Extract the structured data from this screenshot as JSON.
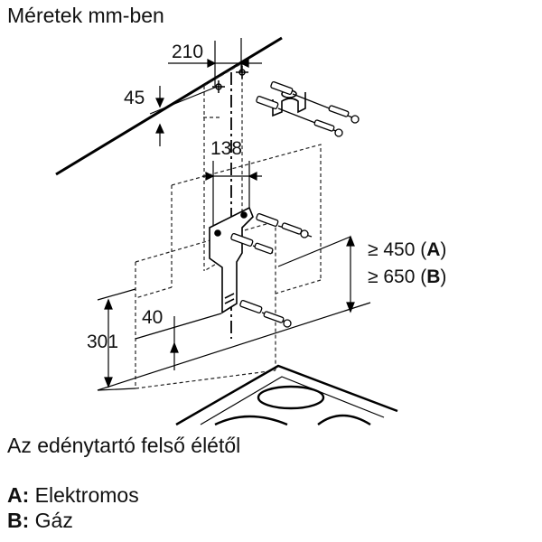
{
  "title": "Méretek mm-ben",
  "note": "Az edénytartó felső élétől",
  "dimensions": {
    "d210": "210",
    "d45": "45",
    "d138": "138",
    "d40": "40",
    "d301": "301"
  },
  "clearance": [
    {
      "prefix": "≥ 450 (",
      "key": "A",
      "suffix": ")"
    },
    {
      "prefix": "≥ 650 (",
      "key": "B",
      "suffix": ")"
    }
  ],
  "legend": [
    {
      "key": "A:",
      "label": "Elektromos"
    },
    {
      "key": "B:",
      "label": "Gáz"
    }
  ]
}
